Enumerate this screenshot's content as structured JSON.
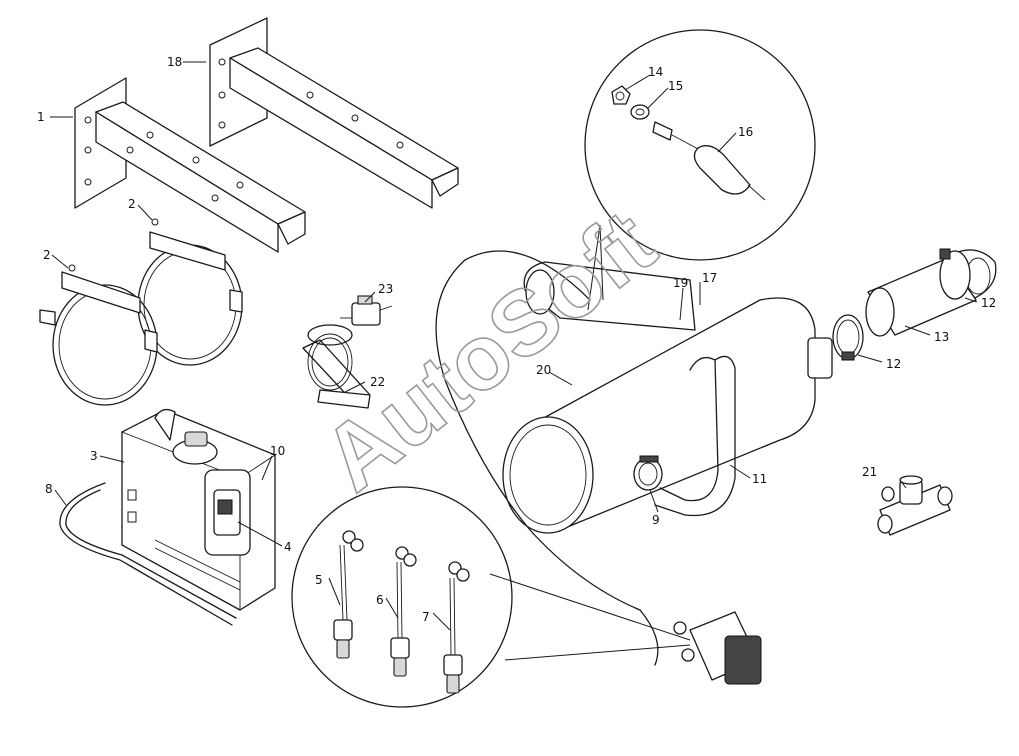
{
  "watermark": "AutoSoft",
  "callouts": [
    "1",
    "2",
    "2",
    "3",
    "4",
    "5",
    "6",
    "7",
    "8",
    "9",
    "10",
    "11",
    "12",
    "12",
    "13",
    "14",
    "15",
    "16",
    "17",
    "18",
    "19",
    "20",
    "21",
    "22",
    "23"
  ]
}
